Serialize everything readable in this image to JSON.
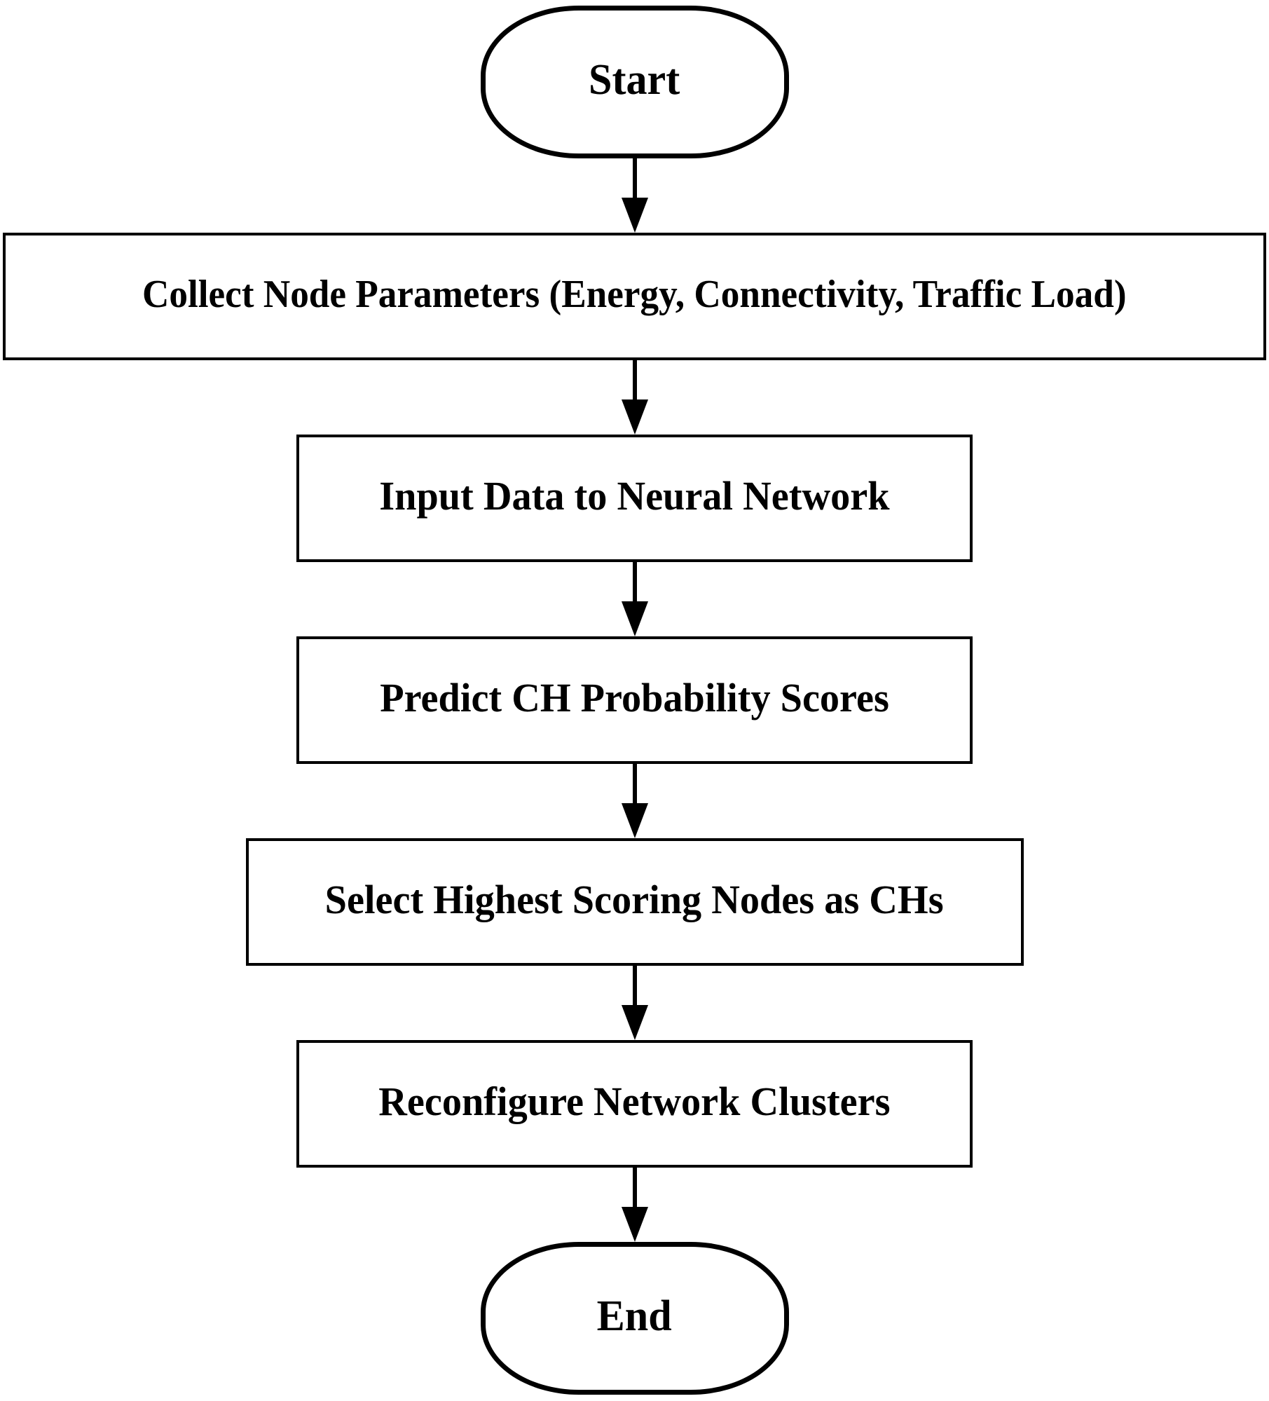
{
  "flowchart": {
    "colors": {
      "stroke": "#000000",
      "fill": "#ffffff",
      "text": "#000000",
      "background": "#ffffff"
    },
    "nodes": [
      {
        "id": "start",
        "type": "terminator",
        "label": "Start"
      },
      {
        "id": "collect-node-parameters",
        "type": "process",
        "label": "Collect Node Parameters (Energy, Connectivity, Traffic Load)"
      },
      {
        "id": "input-data-to-neural-network",
        "type": "process",
        "label": "Input Data to Neural Network"
      },
      {
        "id": "predict-ch-probability-scores",
        "type": "process",
        "label": "Predict CH Probability Scores"
      },
      {
        "id": "select-highest-scoring-nodes",
        "type": "process",
        "label": "Select Highest Scoring Nodes as CHs"
      },
      {
        "id": "reconfigure-network-clusters",
        "type": "process",
        "label": "Reconfigure Network Clusters"
      },
      {
        "id": "end",
        "type": "terminator",
        "label": "End"
      }
    ],
    "edges": [
      {
        "from": "start",
        "to": "collect-node-parameters",
        "direction": "down"
      },
      {
        "from": "collect-node-parameters",
        "to": "input-data-to-neural-network",
        "direction": "down"
      },
      {
        "from": "input-data-to-neural-network",
        "to": "predict-ch-probability-scores",
        "direction": "down"
      },
      {
        "from": "predict-ch-probability-scores",
        "to": "select-highest-scoring-nodes",
        "direction": "down"
      },
      {
        "from": "select-highest-scoring-nodes",
        "to": "reconfigure-network-clusters",
        "direction": "down"
      },
      {
        "from": "reconfigure-network-clusters",
        "to": "end",
        "direction": "down"
      }
    ]
  }
}
